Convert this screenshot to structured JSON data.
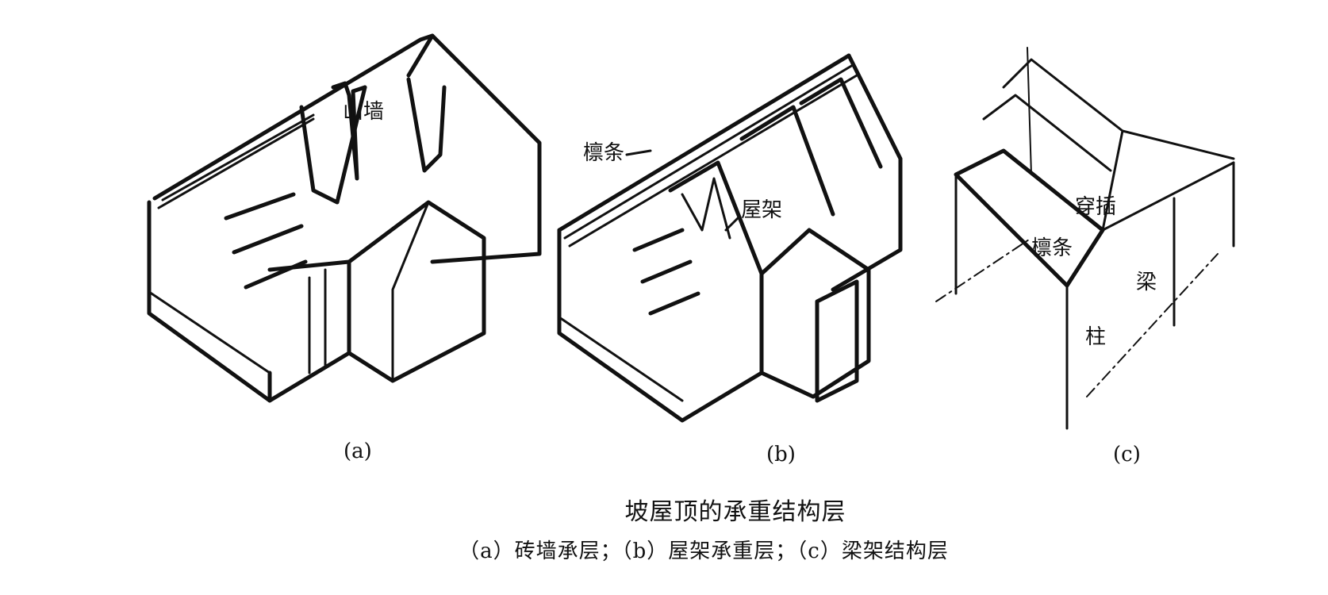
{
  "figure": {
    "labels": {
      "gable_wall": "山墙",
      "purlin_b": "檩条",
      "roof_truss": "屋架",
      "through_tie": "穿插",
      "purlin_c": "檩条",
      "beam": "梁",
      "column": "柱"
    },
    "subfigures": [
      "(a)",
      "(b)",
      "(c)"
    ],
    "title": "坡屋顶的承重结构层",
    "caption": "（a）砖墙承层；（b）屋架承重层；（c）梁架结构层"
  }
}
